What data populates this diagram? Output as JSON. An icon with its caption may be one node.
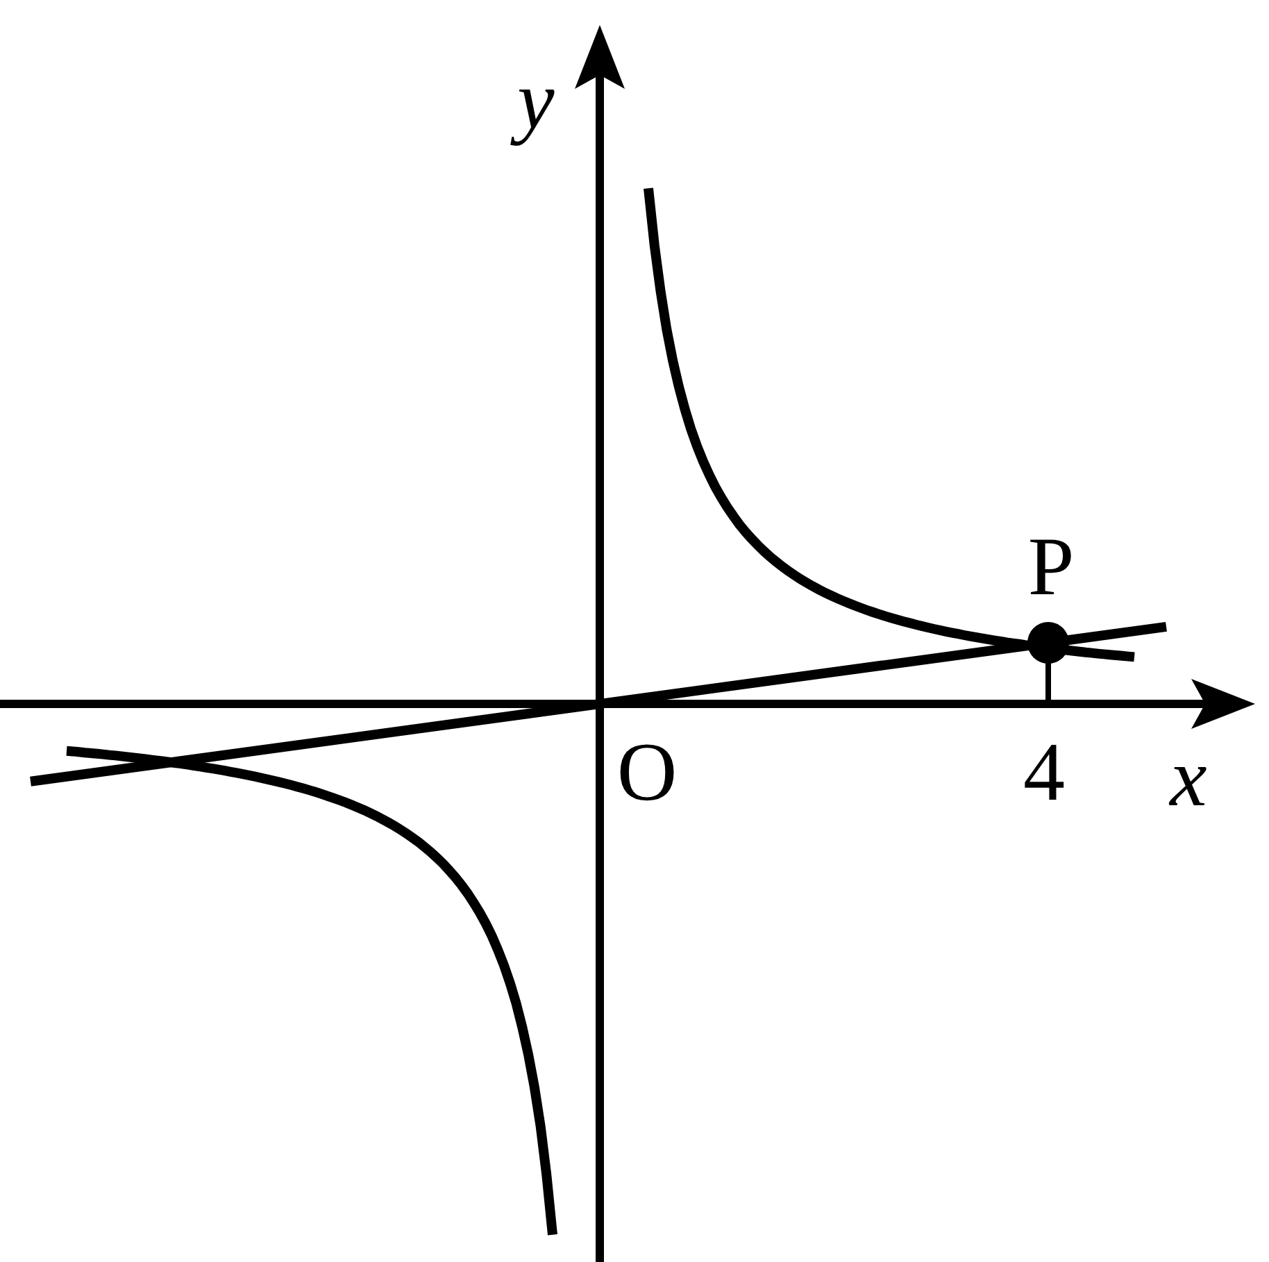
{
  "diagram": {
    "labels": [
      "y",
      "x",
      "O",
      "4",
      "P"
    ]
  }
}
